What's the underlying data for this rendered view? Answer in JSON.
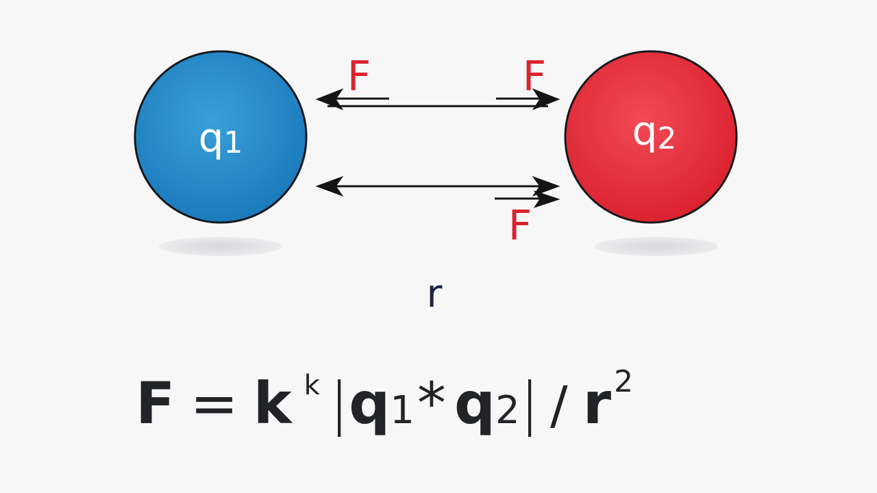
{
  "charges": {
    "left": {
      "symbol": "q",
      "subscript": "1",
      "color": "#1d86c4"
    },
    "right": {
      "symbol": "q",
      "subscript": "2",
      "color": "#e12a36"
    }
  },
  "forces": {
    "top_left_label": "F",
    "top_right_label": "F",
    "bottom_right_label": "F",
    "color": "#d9242f"
  },
  "distance_label": "r",
  "formula": {
    "lhs": "F",
    "equals": "=",
    "constant": "k",
    "constant_sup": "k",
    "abs_open": "|",
    "q1": "q",
    "q1_sub": "1",
    "times": "*",
    "q2": "q",
    "q2_sub": "2",
    "abs_close": "|",
    "divide": "/",
    "r": "r",
    "r_sup": "2"
  }
}
